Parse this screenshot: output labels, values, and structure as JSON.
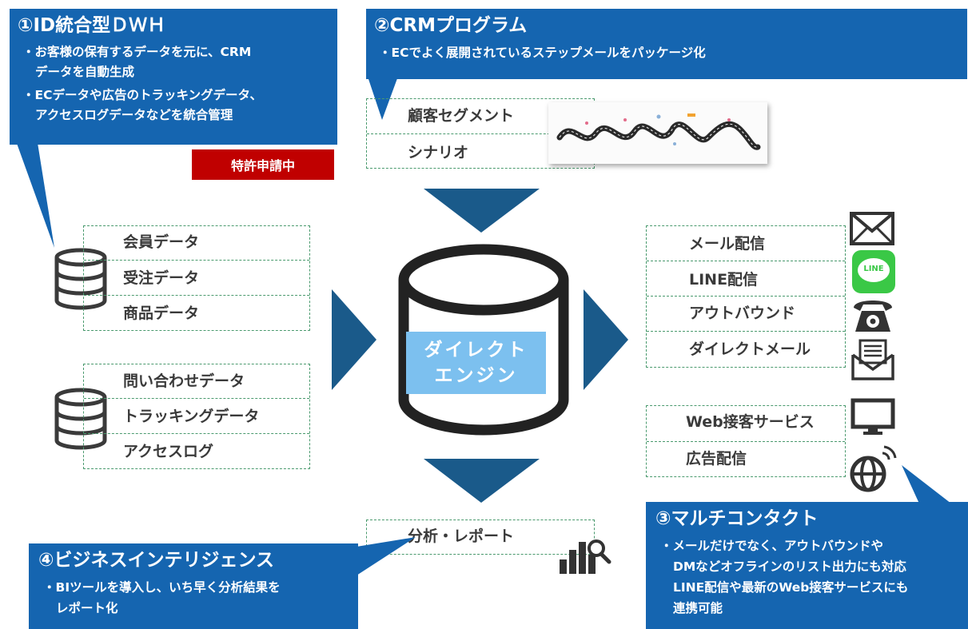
{
  "dwh": {
    "title": "①ID統合型ＤＷＨ",
    "bullets": [
      "・お客様の保有するデータを元に、CRM",
      "データを自動生成",
      "・ECデータや広告のトラッキングデータ、",
      "アクセスログデータなどを統合管理"
    ],
    "badge": "特許申請中"
  },
  "crm": {
    "title": "②CRMプログラム",
    "bullets": [
      "・ECでよく展開されているステップメールをパッケージ化"
    ],
    "items": [
      "顧客セグメント",
      "シナリオ"
    ]
  },
  "data_group1": [
    "会員データ",
    "受注データ",
    "商品データ"
  ],
  "data_group2": [
    "問い合わせデータ",
    "トラッキングデータ",
    "アクセスログ"
  ],
  "engine": {
    "line1": "ダイレクト",
    "line2": "エンジン"
  },
  "channels1": [
    "メール配信",
    "LINE配信",
    "アウトバウンド",
    "ダイレクトメール"
  ],
  "channels2": [
    "Web接客サービス",
    "広告配信"
  ],
  "line_icon_text": "LINE",
  "report": {
    "label": "分析・レポート"
  },
  "bi": {
    "title": "④ビジネスインテリジェンス",
    "bullets": [
      "・BIツールを導入し、いち早く分析結果を",
      "レポート化"
    ]
  },
  "multi": {
    "title": "③マルチコンタクト",
    "bullets": [
      "・メールだけでなく、アウトバウンドや",
      "DMなどオフラインのリスト出力にも対応",
      "LINE配信や最新のWeb接客サービスにも",
      "連携可能"
    ]
  },
  "colors": {
    "callout": "#1565b0",
    "arrow": "#1a5a8a",
    "badge": "#c00000",
    "dashed": "#4a9a6e",
    "engine_label": "#7cc0ef",
    "line_green": "#3ac846"
  }
}
